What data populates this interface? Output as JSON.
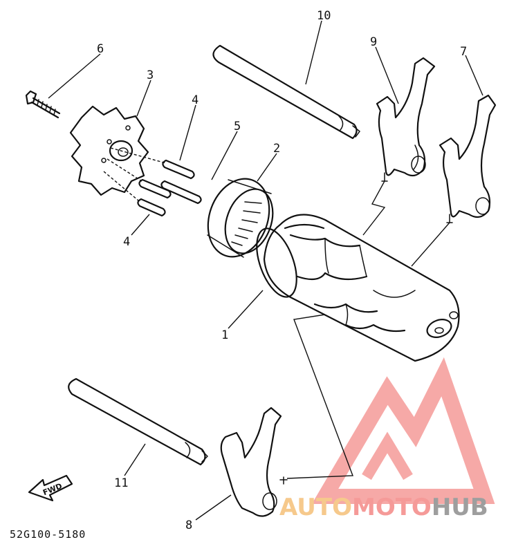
{
  "diagram": {
    "part_code": "52G100-5180",
    "direction_label": "FWD",
    "callouts": [
      {
        "id": "1",
        "label": "1"
      },
      {
        "id": "2",
        "label": "2"
      },
      {
        "id": "3",
        "label": "3"
      },
      {
        "id": "4a",
        "label": "4"
      },
      {
        "id": "4b",
        "label": "4"
      },
      {
        "id": "5",
        "label": "5"
      },
      {
        "id": "6",
        "label": "6"
      },
      {
        "id": "7",
        "label": "7"
      },
      {
        "id": "8",
        "label": "8"
      },
      {
        "id": "9",
        "label": "9"
      },
      {
        "id": "10",
        "label": "10"
      },
      {
        "id": "11",
        "label": "11"
      }
    ]
  },
  "watermark": {
    "part_auto": "AUTO",
    "part_moto": "MOTO",
    "part_hub": "HUB",
    "colors": {
      "auto": "#f6c98c",
      "moto": "#f59a98",
      "hub": "#9e9e9e"
    }
  }
}
